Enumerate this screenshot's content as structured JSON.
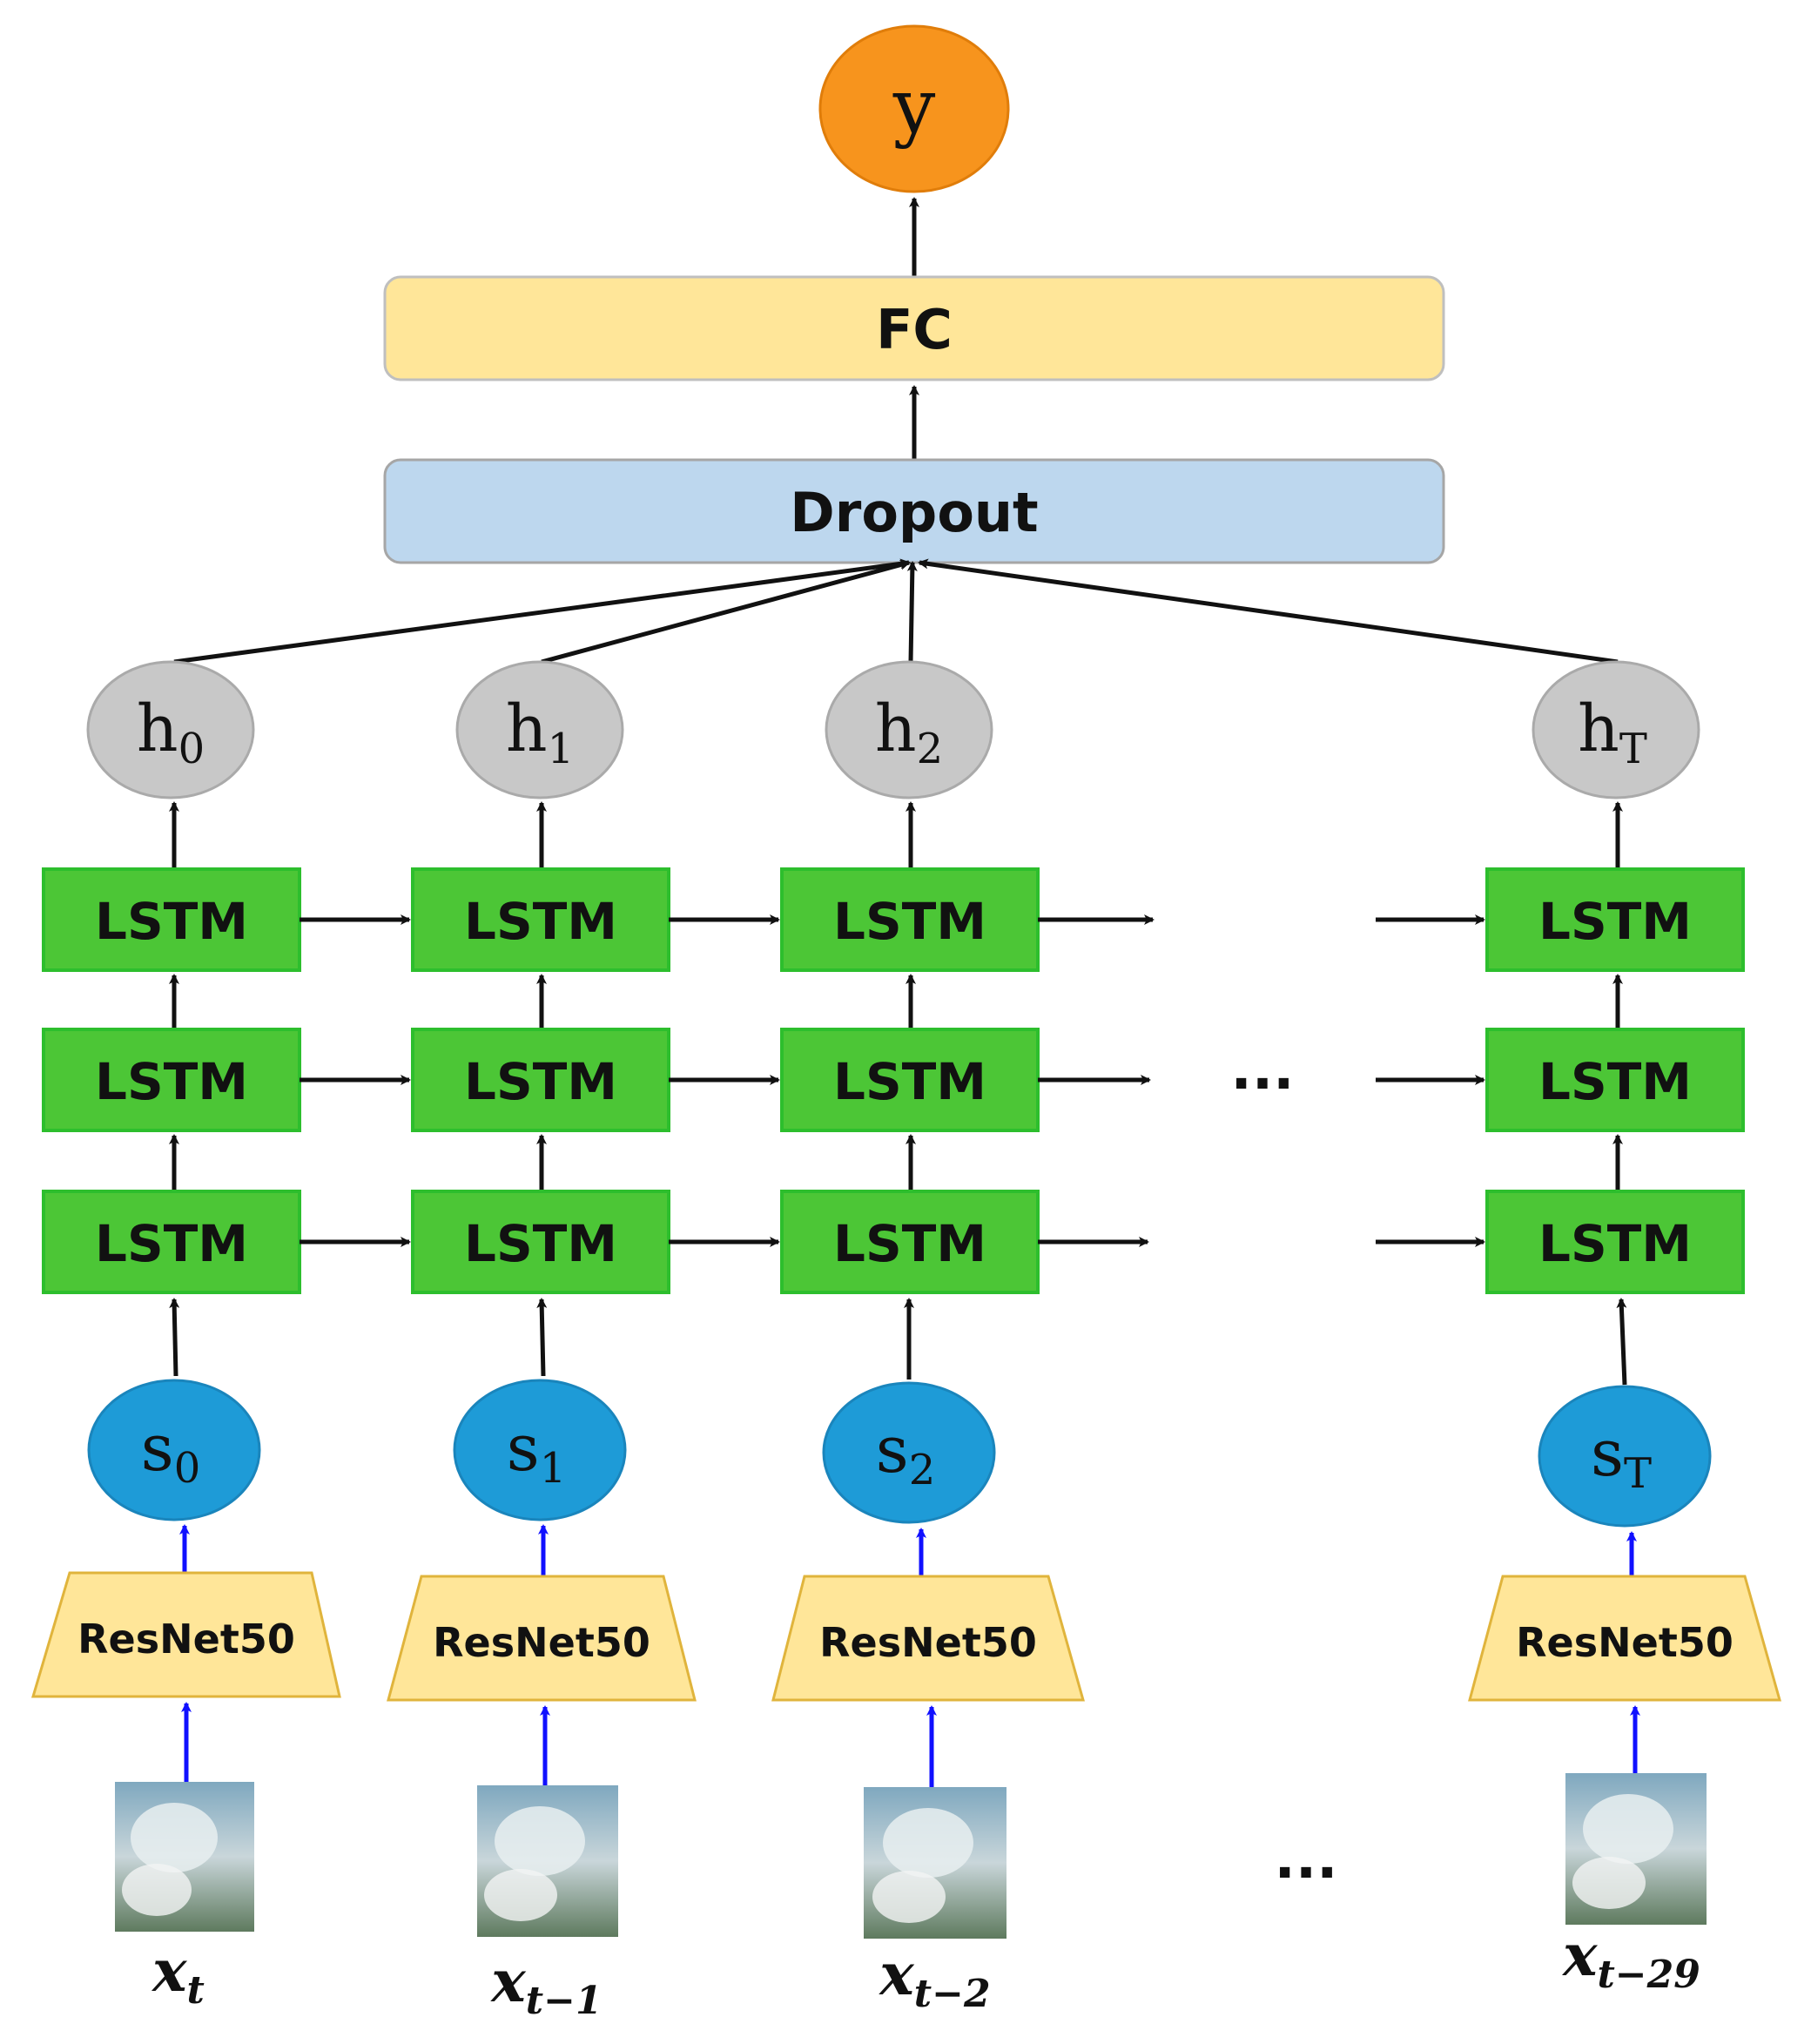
{
  "output": {
    "label": "y",
    "color": "#F7941D"
  },
  "fc": {
    "label": "FC",
    "color": "#FFE699"
  },
  "dropout": {
    "label": "Dropout",
    "color": "#BDD7EE"
  },
  "lstm": {
    "label": "LSTM",
    "color": "#4CC636",
    "border": "#2DBE2D"
  },
  "resnet": {
    "label": "ResNet50",
    "color": "#FFE699"
  },
  "hidden_color": "#C8C8C8",
  "state_color": "#1E9BD7",
  "input_arrow_color": "#1010FF",
  "ellipsis": "...",
  "columns": [
    {
      "h": {
        "base": "h",
        "sub": "0"
      },
      "s": {
        "base": "s",
        "sub": "0"
      },
      "x": {
        "base": "x",
        "sub": "t"
      }
    },
    {
      "h": {
        "base": "h",
        "sub": "1"
      },
      "s": {
        "base": "s",
        "sub": "1"
      },
      "x": {
        "base": "x",
        "sub": "t−1"
      }
    },
    {
      "h": {
        "base": "h",
        "sub": "2"
      },
      "s": {
        "base": "s",
        "sub": "2"
      },
      "x": {
        "base": "x",
        "sub": "t−2"
      }
    },
    {
      "h": {
        "base": "h",
        "sub": "T"
      },
      "s": {
        "base": "s",
        "sub": "T"
      },
      "x": {
        "base": "x",
        "sub": "t−29"
      }
    }
  ]
}
